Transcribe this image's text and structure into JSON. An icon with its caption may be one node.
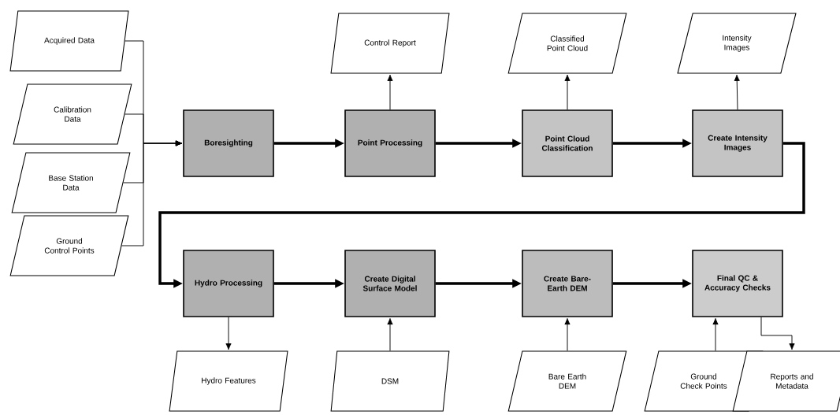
{
  "diagram": {
    "nodes": [
      {
        "text": [
          "Acquired Data"
        ]
      },
      {
        "text": [
          "Calibration Data"
        ]
      },
      {
        "text": [
          "Base Station Data"
        ]
      },
      {
        "text": [
          "Ground Control Points"
        ]
      },
      {
        "text": [
          "Control Report"
        ]
      },
      {
        "text": [
          "Classified Point Cloud"
        ]
      },
      {
        "text": [
          "Intensity Images"
        ]
      },
      {
        "text": [
          "Boresighting"
        ]
      },
      {
        "text": [
          "Point Processing"
        ]
      },
      {
        "text": [
          "Point Cloud Classification"
        ]
      },
      {
        "text": [
          "Create Intensity Images"
        ]
      },
      {
        "text": [
          "Hydro Processing"
        ]
      },
      {
        "text": [
          "Create Digital Surface Model"
        ]
      },
      {
        "text": [
          "Create Bare-Earth DEM"
        ]
      },
      {
        "text": [
          "Final QC & Accuracy Checks"
        ]
      },
      {
        "text": [
          "Hydro Features"
        ]
      },
      {
        "text": [
          "DSM"
        ]
      },
      {
        "text": [
          "Bare Earth DEM"
        ]
      },
      {
        "text": [
          "Ground Check Points"
        ]
      },
      {
        "text": [
          "Reports and Metadata"
        ]
      }
    ],
    "edges": [
      {
        "from": 0,
        "to": 7,
        "arrow": "to"
      },
      {
        "from": 1,
        "to": 7,
        "arrow": "to"
      },
      {
        "from": 2,
        "to": 7,
        "arrow": "to"
      },
      {
        "from": 3,
        "to": 7,
        "arrow": "to"
      },
      {
        "from": 7,
        "to": 8,
        "arrow": "to",
        "style": "thick"
      },
      {
        "from": 8,
        "to": 9,
        "arrow": "to",
        "style": "thick"
      },
      {
        "from": 9,
        "to": 10,
        "arrow": "to",
        "style": "thick"
      },
      {
        "from": 10,
        "to": 11,
        "arrow": "to",
        "style": "thick"
      },
      {
        "from": 11,
        "to": 12,
        "arrow": "to",
        "style": "thick"
      },
      {
        "from": 12,
        "to": 13,
        "arrow": "to",
        "style": "thick"
      },
      {
        "from": 13,
        "to": 14,
        "arrow": "to",
        "style": "thick"
      },
      {
        "from": 8,
        "to": 4,
        "arrow": "to"
      },
      {
        "from": 9,
        "to": 5,
        "arrow": "to"
      },
      {
        "from": 10,
        "to": 6,
        "arrow": "to"
      },
      {
        "from": 11,
        "to": 15,
        "arrow": "to"
      },
      {
        "from": 16,
        "to": 12,
        "arrow": "to"
      },
      {
        "from": 17,
        "to": 13,
        "arrow": "to"
      },
      {
        "from": 18,
        "to": 14,
        "arrow": "to"
      },
      {
        "from": 14,
        "to": 19,
        "arrow": "to"
      }
    ]
  }
}
